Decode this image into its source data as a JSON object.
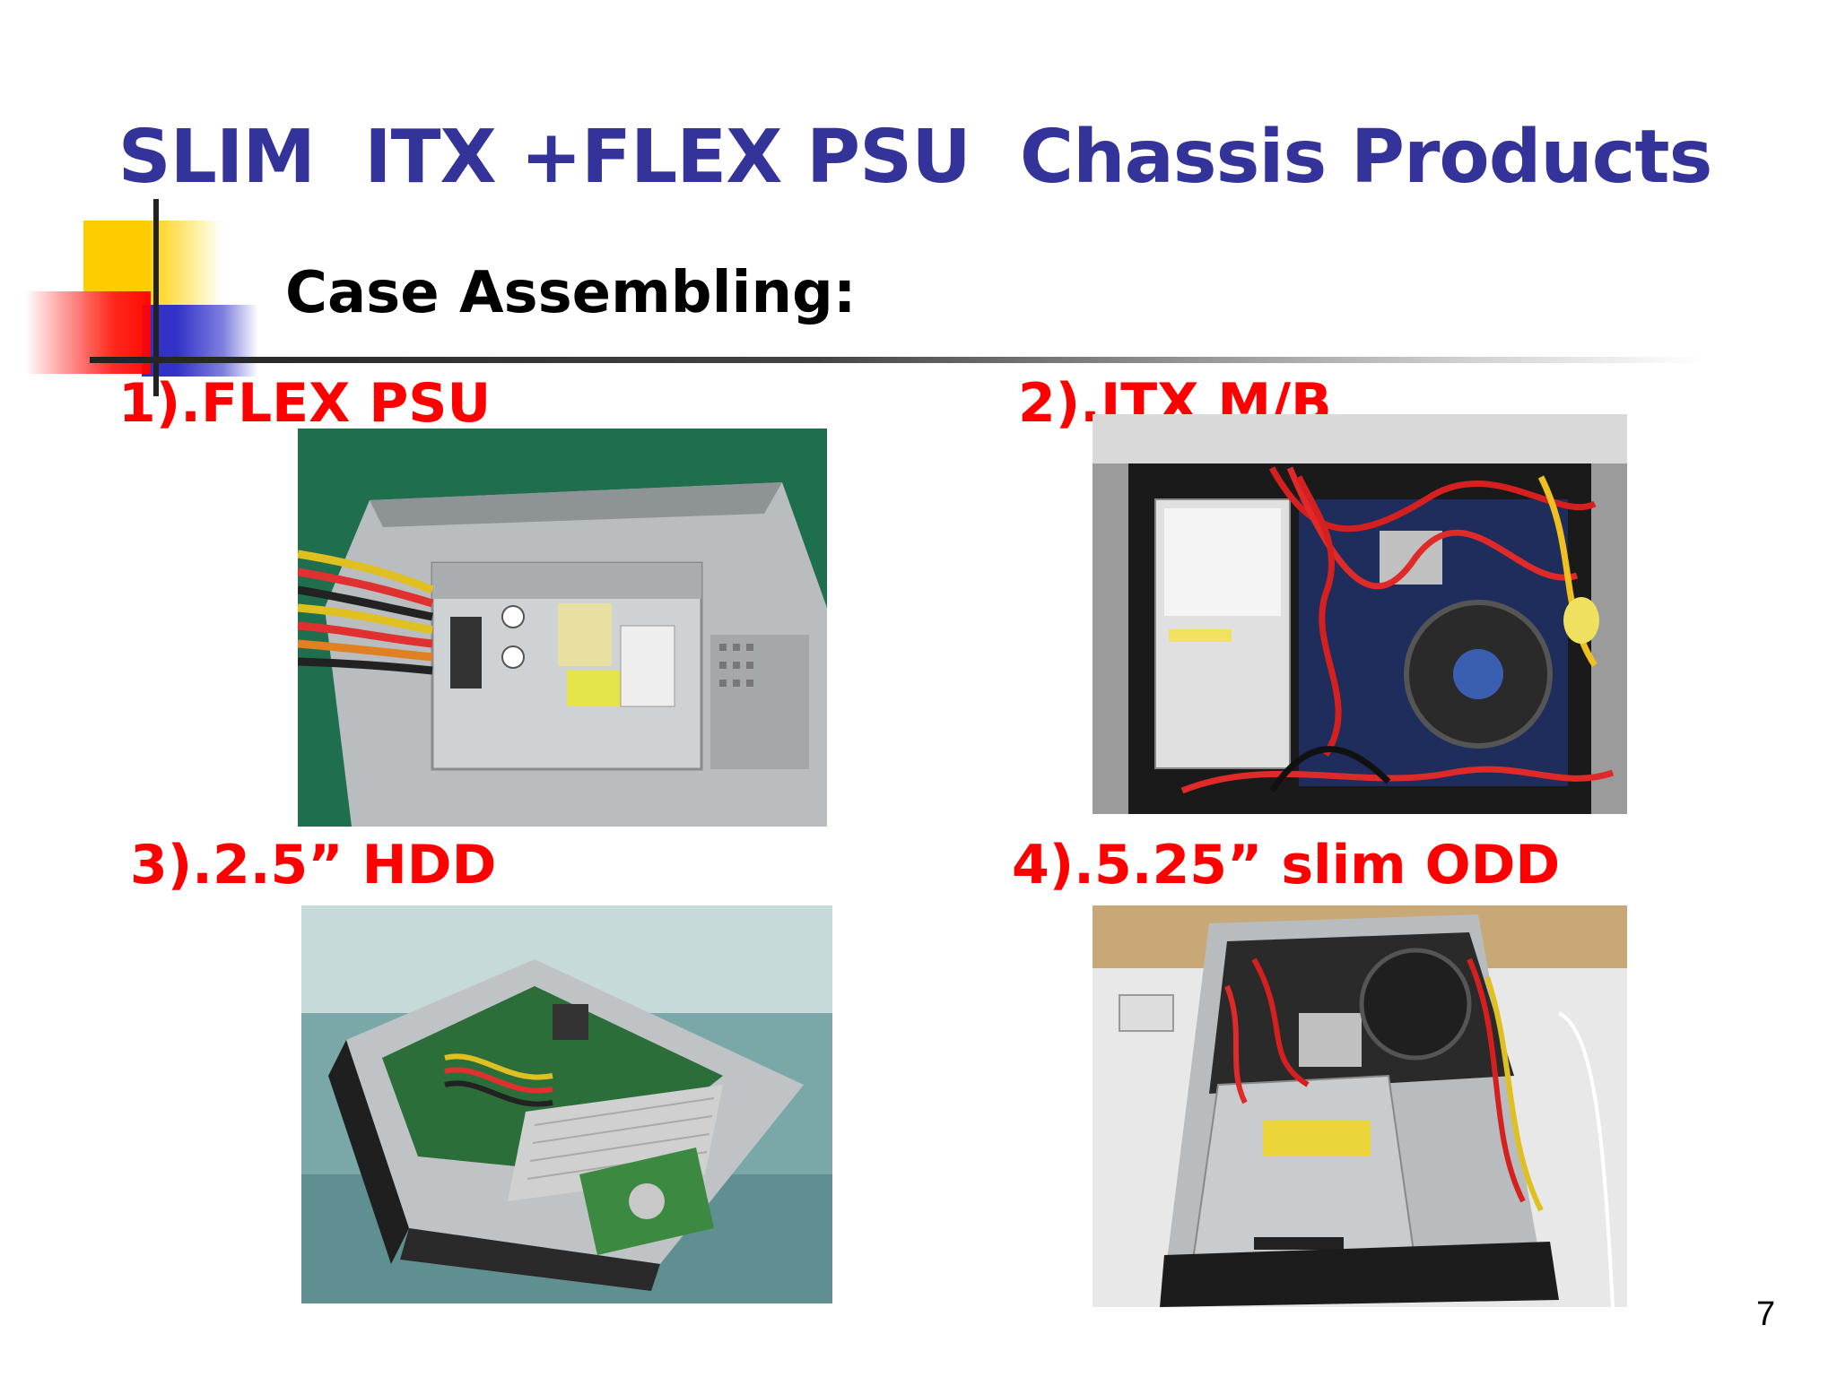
{
  "slide": {
    "title": "SLIM  ITX +FLEX PSU  Chassis Products",
    "subtitle": "Case Assembling:",
    "page_number": "7"
  },
  "steps": [
    {
      "label": "1).FLEX PSU",
      "photo": "flex-psu-photo"
    },
    {
      "label": "2).ITX M/B",
      "photo": "itx-motherboard-photo"
    },
    {
      "label": "3).2.5” HDD",
      "photo": "hdd-photo"
    },
    {
      "label": "4).5.25” slim ODD",
      "photo": "slim-odd-photo"
    }
  ],
  "colors": {
    "title": "#33339a",
    "step_label": "#ff0000",
    "subtitle": "#000000",
    "accent_yellow": "#ffcc00",
    "accent_red": "#ff0000",
    "accent_blue": "#3232c8"
  }
}
